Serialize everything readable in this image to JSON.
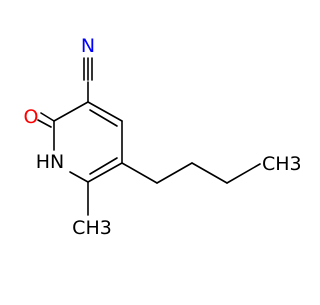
{
  "molecule": {
    "atoms": {
      "nitrile_n": "N",
      "carbonyl_o": "O",
      "ring_nh": "HN",
      "butyl_terminal": "CH3",
      "methyl": "CH3"
    },
    "colors": {
      "bond": "#000000",
      "nitrogen": "#0000ff",
      "oxygen": "#ff0000",
      "carbon_label": "#000000"
    }
  }
}
